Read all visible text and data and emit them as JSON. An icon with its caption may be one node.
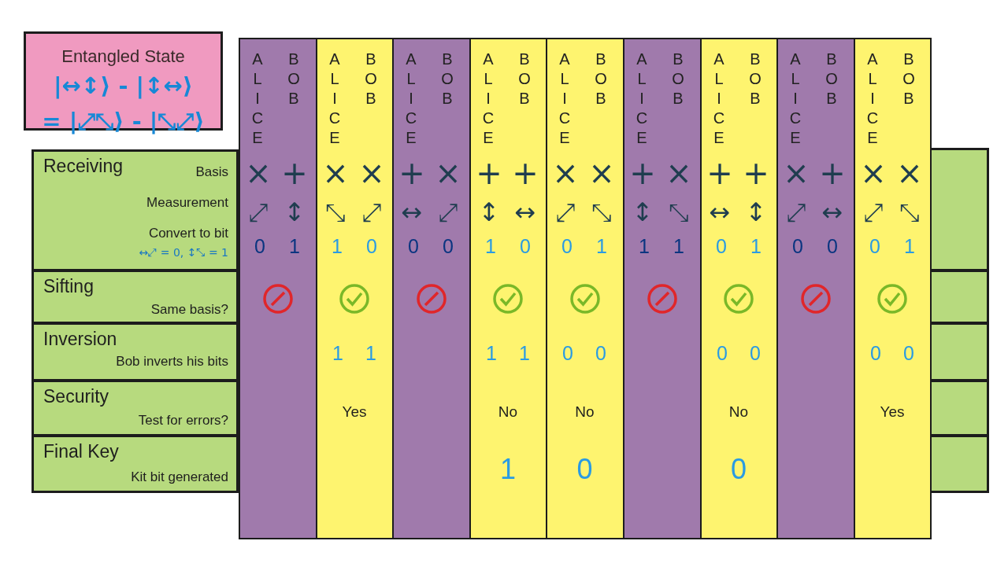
{
  "diagram": {
    "nodes": [
      {
        "text": [
          "Entangled State",
          "|↔↕⟩ - |↕↔⟩",
          "= |⤢⤡⟩ - |⤡⤢⟩"
        ]
      },
      {
        "text": [
          "ALICE",
          "BOB",
          "×",
          "+",
          "⤢",
          "↕",
          "0",
          "1"
        ]
      },
      {
        "text": [
          "ALICE",
          "BOB",
          "×",
          "×",
          "⤡",
          "⤢",
          "1",
          "0",
          "1",
          "1",
          "Yes"
        ]
      },
      {
        "text": [
          "ALICE",
          "BOB",
          "+",
          "×",
          "↔",
          "⤢",
          "0",
          "0"
        ]
      },
      {
        "text": [
          "ALICE",
          "BOB",
          "+",
          "+",
          "↕",
          "↔",
          "1",
          "0",
          "1",
          "1",
          "No",
          "1"
        ]
      },
      {
        "text": [
          "ALICE",
          "BOB",
          "×",
          "×",
          "⤢",
          "⤡",
          "0",
          "1",
          "0",
          "0",
          "No",
          "0"
        ]
      },
      {
        "text": [
          "ALICE",
          "BOB",
          "+",
          "×",
          "↕",
          "⤡",
          "1",
          "1"
        ]
      },
      {
        "text": [
          "ALICE",
          "BOB",
          "+",
          "+",
          "↔",
          "↕",
          "0",
          "1",
          "0",
          "0",
          "No",
          "0"
        ]
      },
      {
        "text": [
          "ALICE",
          "BOB",
          "×",
          "+",
          "⤢",
          "↔",
          "0",
          "0"
        ]
      },
      {
        "text": [
          "ALICE",
          "BOB",
          "×",
          "×",
          "⤢",
          "⤡",
          "0",
          "1",
          "0",
          "0",
          "Yes"
        ]
      },
      {
        "text": [
          "Receiving",
          "Basis",
          "Measurement",
          "Convert to bit",
          "↔⤢ = 0, ↕⤡ = 1"
        ]
      },
      {
        "text": [
          "Sifting",
          "Same basis?"
        ]
      },
      {
        "text": [
          "Inversion",
          "Bob inverts his bits"
        ]
      },
      {
        "text": [
          "Security",
          "Test for errors?"
        ]
      },
      {
        "text": [
          "Final Key",
          "Kit bit generated"
        ]
      },
      {
        "text": [],
        "shape": "box"
      },
      {
        "text": [],
        "shape": "box"
      },
      {
        "text": [],
        "shape": "box"
      },
      {
        "text": [],
        "shape": "box"
      },
      {
        "text": [],
        "shape": "box"
      }
    ]
  }
}
